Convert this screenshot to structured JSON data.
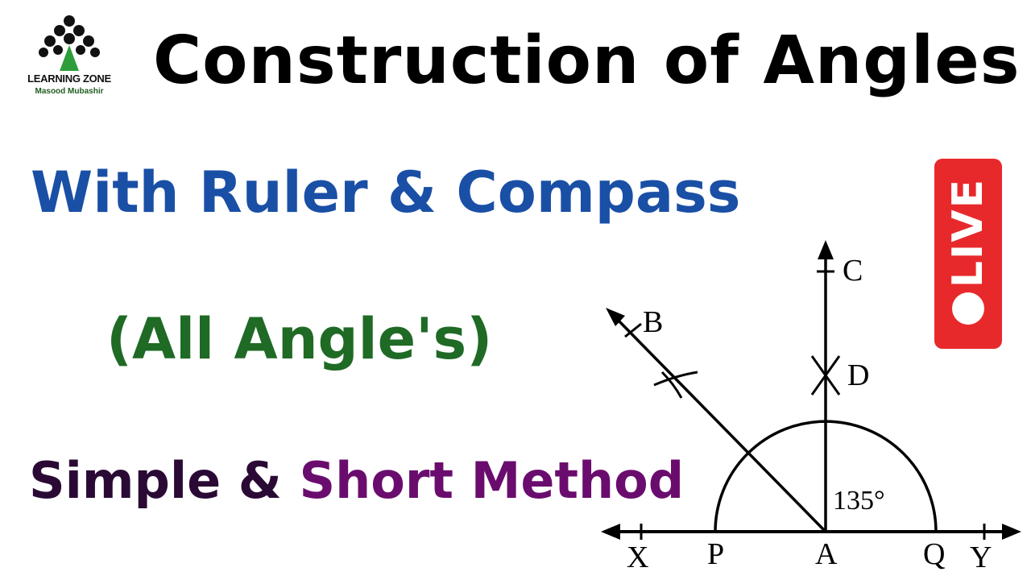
{
  "logo": {
    "title": "LEARNING ZONE",
    "subtitle": "Masood Mubashir",
    "icon": "tree-of-people-icon"
  },
  "title": "Construction of Angles",
  "subtitle": "With Ruler & Compass",
  "angles_label": "(All Angle's)",
  "method": {
    "part1": "Simple & ",
    "part2": "Short Method"
  },
  "live_badge": {
    "label": "LIVE",
    "color": "#e8292b"
  },
  "diagram": {
    "labels": {
      "x": "X",
      "p": "P",
      "a": "A",
      "q": "Q",
      "y": "Y",
      "b": "B",
      "c": "C",
      "d": "D",
      "angle": "135°"
    }
  },
  "colors": {
    "subtitle": "#1a4fa6",
    "angles_label": "#1f6a25",
    "method_part1": "#2a0a35",
    "method_part2": "#6a0c6e"
  }
}
